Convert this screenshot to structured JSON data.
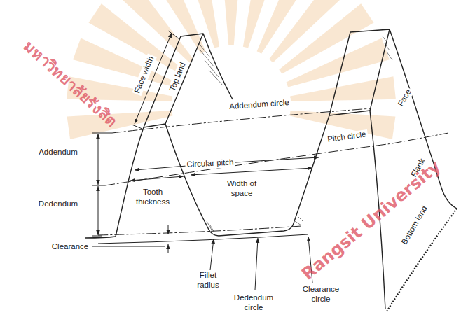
{
  "diagram": {
    "labels": [
      "Face width",
      "Top land",
      "Addendum circle",
      "Addendum",
      "Circular pitch",
      "Tooth thickness",
      "Width of space",
      "Pitch circle",
      "Face",
      "Flank",
      "Dedendum",
      "Clearance",
      "Fillet radius",
      "Dedendum circle",
      "Clearance circle",
      "Bottom land",
      "มหาวิทยาลัยรังสิต",
      "Rangsit University"
    ]
  }
}
